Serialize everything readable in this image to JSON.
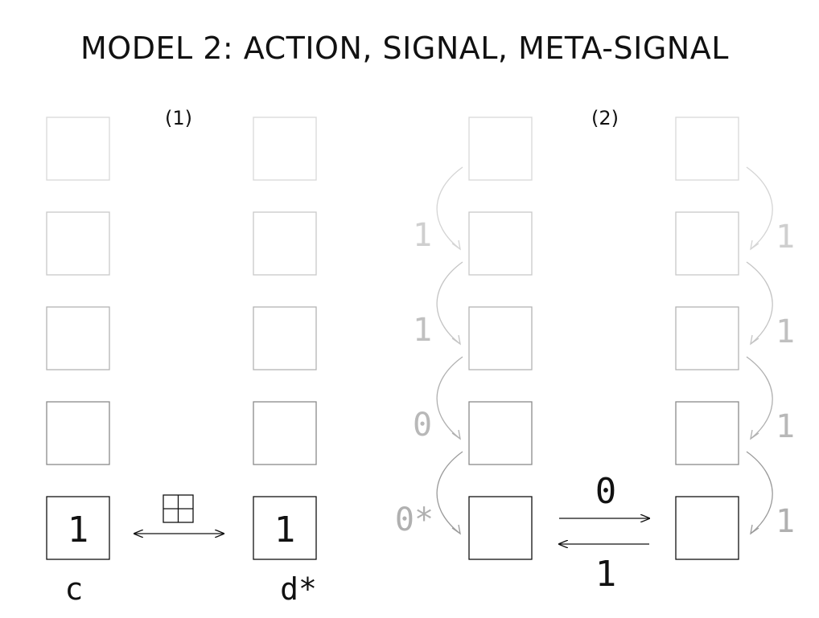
{
  "title": "MODEL 2: ACTION, SIGNAL, META-SIGNAL",
  "panel1": {
    "label": "(1)",
    "left_cell_value": "1",
    "right_cell_value": "1",
    "left_caption": "c",
    "right_caption": "d*",
    "link_icon": "grid-icon"
  },
  "panel2": {
    "label": "(2)",
    "left_chain_labels": [
      "1",
      "1",
      "0",
      "0*"
    ],
    "right_chain_labels": [
      "1",
      "1",
      "1",
      "1"
    ],
    "arrow_right_label": "0",
    "arrow_left_label": "1"
  },
  "colors": {
    "ink": "#111111",
    "faded": [
      "#d8d8d8",
      "#c8c8c8",
      "#b4b4b4",
      "#8a8a8a",
      "#111111"
    ]
  }
}
